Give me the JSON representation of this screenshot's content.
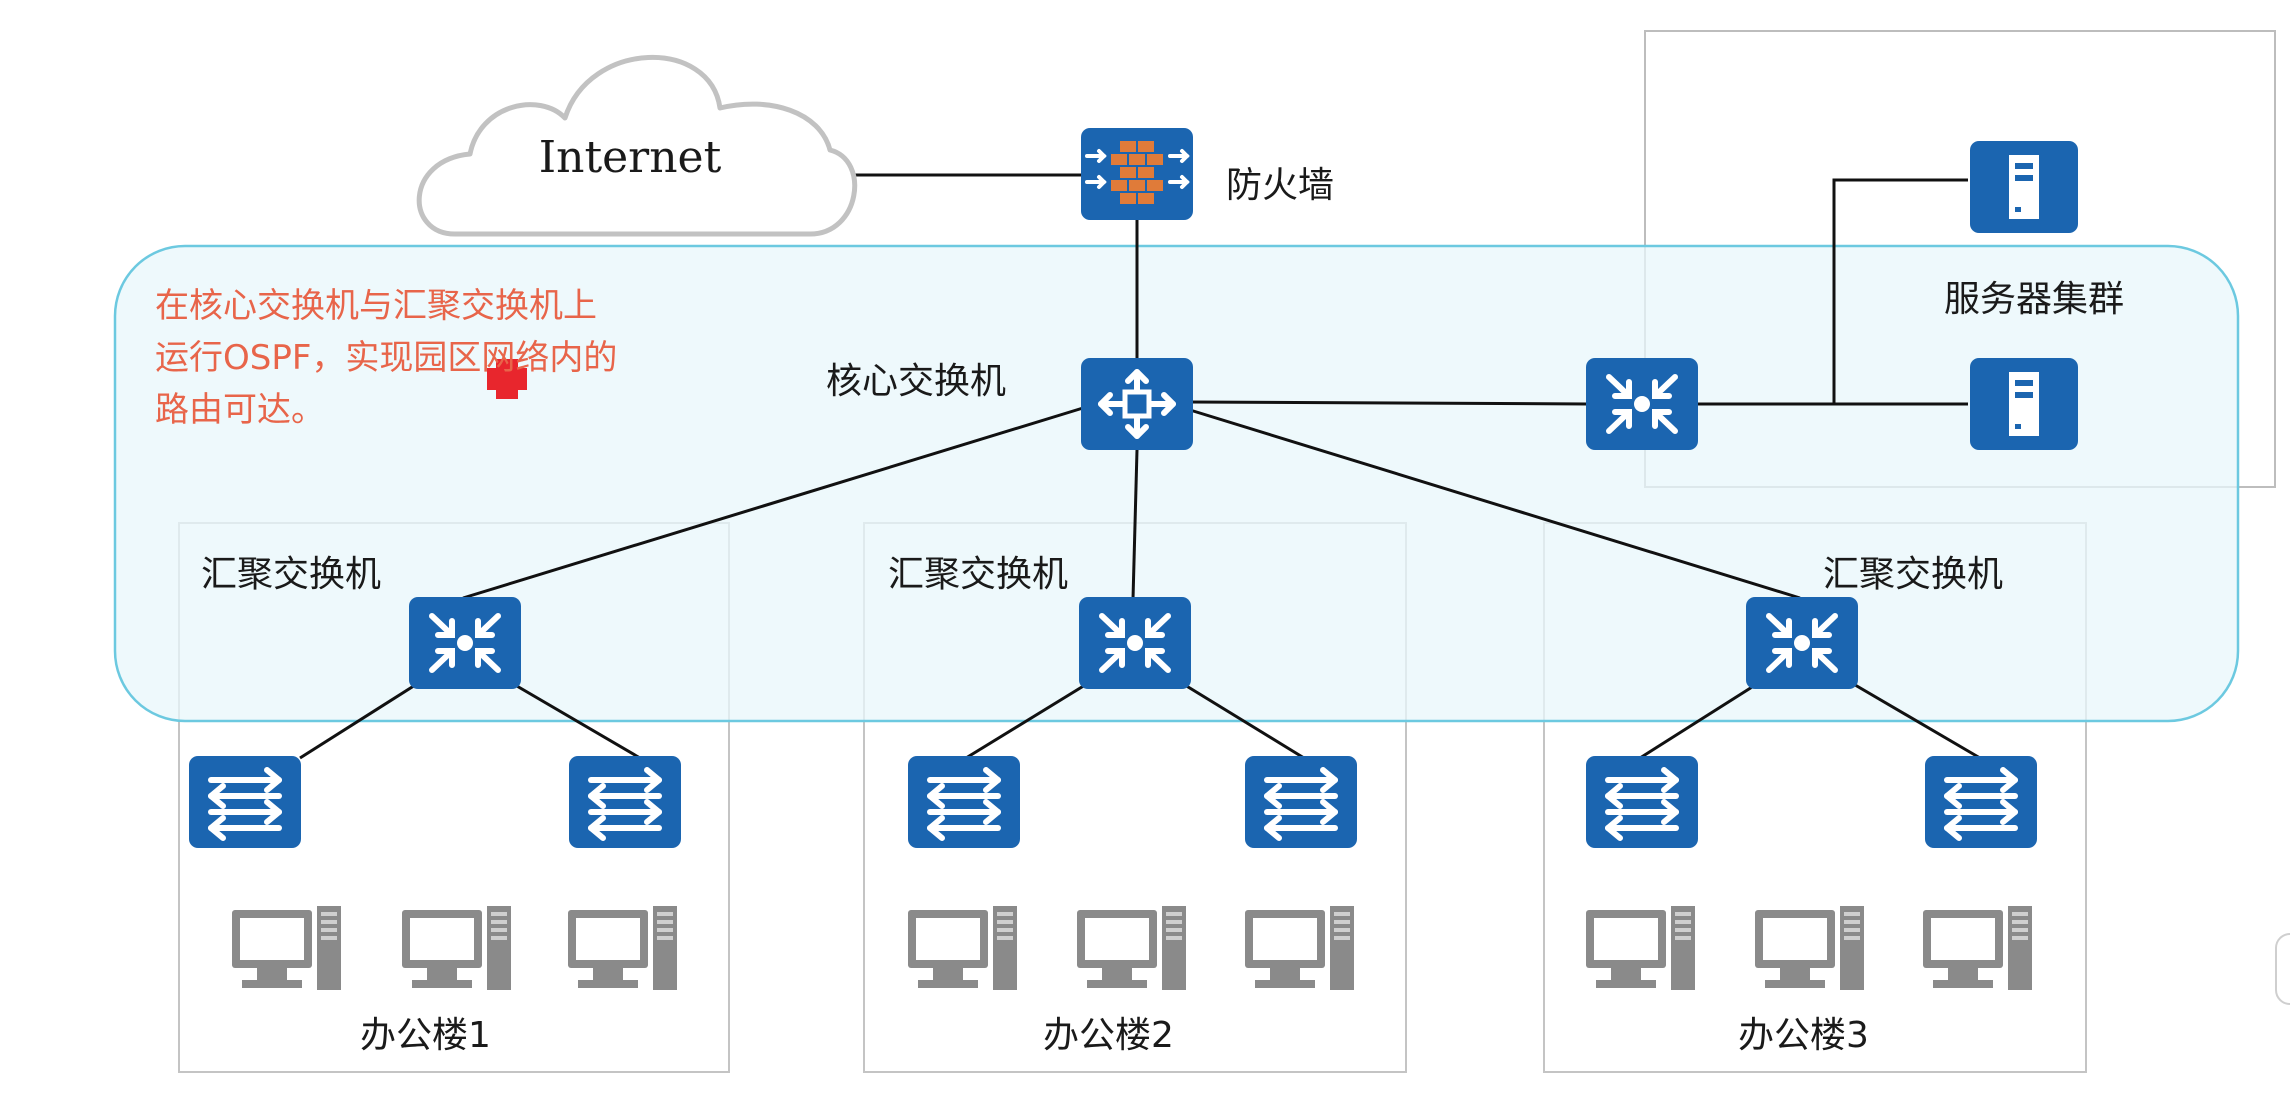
{
  "internet": {
    "label": "Internet"
  },
  "firewall": {
    "label": "防火墙"
  },
  "core_switch": {
    "label": "核心交换机"
  },
  "server_cluster": {
    "label": "服务器集群"
  },
  "ospf_note": {
    "line1": "在核心交换机与汇聚交换机上",
    "line2": "运行OSPF，实现园区网络内的",
    "line3": "路由可达。",
    "color": "#e8654a"
  },
  "buildings": [
    {
      "agg_label": "汇聚交换机",
      "name": "办公楼1"
    },
    {
      "agg_label": "汇聚交换机",
      "name": "办公楼2"
    },
    {
      "agg_label": "汇聚交换机",
      "name": "办公楼3"
    }
  ],
  "colors": {
    "device_blue": "#1b65b0",
    "firewall_orange": "#e07b39",
    "ospf_area_fill": "#e8f7fb",
    "ospf_area_border": "#6cc9e0",
    "link": "#111111",
    "pc_gray": "#8a8a8a",
    "cursor_red": "#e8262d"
  },
  "icons": {
    "cloud": "cloud-icon",
    "firewall": "firewall-icon",
    "core": "router-icon",
    "aggregation": "l3-switch-icon",
    "access": "l2-switch-icon",
    "server": "server-icon",
    "pc": "pc-icon",
    "cursor": "red-cross-cursor-icon"
  }
}
